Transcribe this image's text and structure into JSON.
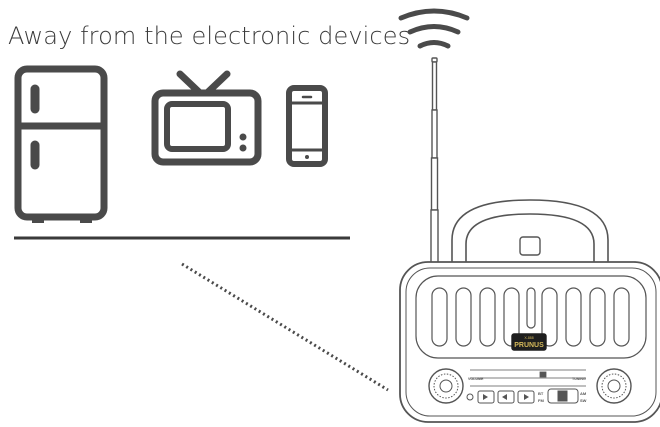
{
  "diagram": {
    "heading": "Away from the electronic devices",
    "icons": [
      "refrigerator-icon",
      "tv-icon",
      "phone-icon",
      "signal-waves-icon",
      "radio-icon"
    ],
    "radio": {
      "model": "X-888",
      "brand": "PRUNUS",
      "band_labels": [
        "BT",
        "FM",
        "AM",
        "SW"
      ],
      "dial_left_label": "VOLUME",
      "dial_right_label": "TUNING"
    },
    "colors": {
      "icon": "#4a4a4a",
      "text": "#3a3a3a",
      "radio_outline": "#555555",
      "logo_bg": "#1e1e1e",
      "logo_text": "#d4b85a"
    }
  }
}
